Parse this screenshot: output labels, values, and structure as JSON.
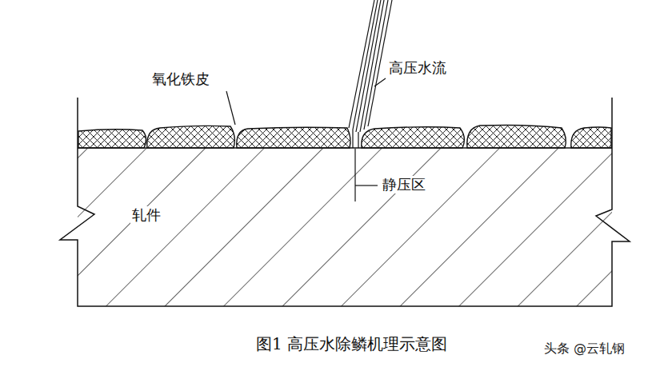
{
  "diagram": {
    "caption": "图1 高压水除鳞机理示意图",
    "labels": [
      "氧化铁皮",
      "高压水流",
      "静压区",
      "轧件",
      "头条 @云轧钢"
    ]
  }
}
